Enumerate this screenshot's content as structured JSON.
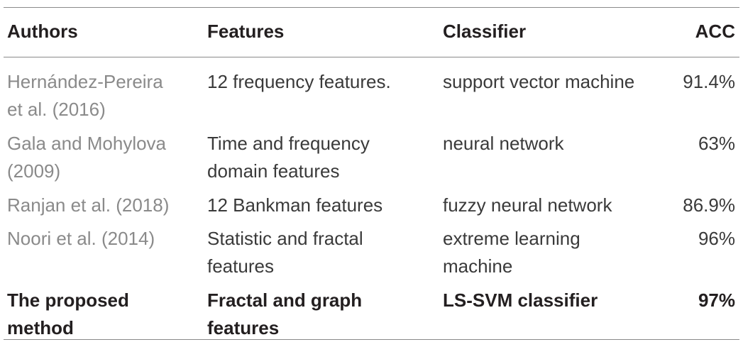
{
  "table": {
    "headers": {
      "authors": "Authors",
      "features": "Features",
      "classifier": "Classifier",
      "acc": "ACC"
    },
    "rows": [
      {
        "author_line1": "Hernández-Pereira",
        "author_line2": "et al. (2016)",
        "features_line1": "12 frequency features.",
        "features_line2": "",
        "classifier_line1": "support vector machine",
        "classifier_line2": "",
        "acc": "91.4%"
      },
      {
        "author_line1": "Gala and Mohylova",
        "author_line2": "(2009)",
        "features_line1": "Time and frequency",
        "features_line2": "domain features",
        "classifier_line1": "neural network",
        "classifier_line2": "",
        "acc": "63%"
      },
      {
        "author_line1": "Ranjan et al. (2018)",
        "author_line2": "",
        "features_line1": "12 Bankman features",
        "features_line2": "",
        "classifier_line1": "fuzzy neural network",
        "classifier_line2": "",
        "acc": "86.9%"
      },
      {
        "author_line1": "Noori et al. (2014)",
        "author_line2": "",
        "features_line1": "Statistic and fractal",
        "features_line2": "features",
        "classifier_line1": "extreme learning",
        "classifier_line2": "machine",
        "acc": "96%"
      },
      {
        "author_line1": "The proposed",
        "author_line2": "method",
        "features_line1": "Fractal and graph",
        "features_line2": "features",
        "classifier_line1": "LS-SVM classifier",
        "classifier_line2": "",
        "acc": "97%"
      }
    ]
  }
}
